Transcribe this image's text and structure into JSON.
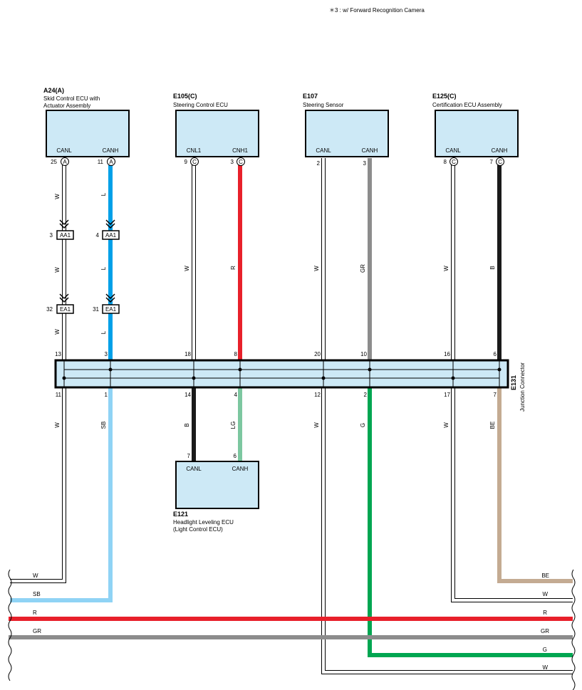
{
  "note": "＊3 : w/ Forward Recognition Camera",
  "components": {
    "a24": {
      "code": "A24(A)",
      "name1": "Skid Control ECU with",
      "name2": "Actuator Assembly",
      "pinL": "CANL",
      "pinH": "CANH",
      "numL": "25",
      "numH": "11",
      "conn": "A"
    },
    "e105": {
      "code": "E105(C)",
      "name1": "Steering Control ECU",
      "pinL": "CNL1",
      "pinH": "CNH1",
      "numL": "9",
      "numH": "3",
      "conn": "C"
    },
    "e107": {
      "code": "E107",
      "name1": "Steering Sensor",
      "pinL": "CANL",
      "pinH": "CANH",
      "numL": "2",
      "numH": "3"
    },
    "e125": {
      "code": "E125(C)",
      "name1": "Certification ECU Assembly",
      "pinL": "CANL",
      "pinH": "CANH",
      "numL": "8",
      "numH": "7",
      "conn": "C"
    },
    "e121": {
      "code": "E121",
      "name1": "Headlight Leveling ECU",
      "name2": "(Light Control ECU)",
      "pinL": "CANL",
      "pinH": "CANH",
      "numL": "7",
      "numH": "6"
    }
  },
  "junction": {
    "code": "E131",
    "name": "Junction Connector",
    "top_pins": [
      "13",
      "3",
      "18",
      "8",
      "20",
      "10",
      "16",
      "6"
    ],
    "bottom_pins": [
      "11",
      "1",
      "14",
      "4",
      "12",
      "2",
      "17",
      "7"
    ]
  },
  "inline_connectors": {
    "aa1": {
      "name": "AA1",
      "pinW": "3",
      "pinL": "4"
    },
    "ea1": {
      "name": "EA1",
      "pinW": "32",
      "pinL": "31"
    }
  },
  "wire_colors": {
    "W": "#ffffff",
    "L": "#00a0e8",
    "R": "#e8202a",
    "GR": "#8c8c8c",
    "B": "#1a1a1a",
    "LG": "#7cc7a0",
    "SB": "#8fd3f5",
    "G": "#00a651",
    "BE": "#c4ab92"
  },
  "wire_labels": {
    "w": "W",
    "l": "L",
    "r": "R",
    "gr": "GR",
    "b": "B",
    "lg": "LG",
    "sb": "SB",
    "g": "G",
    "be": "BE"
  },
  "bus_labels": {
    "left_w": "W",
    "left_sb": "SB",
    "left_r": "R",
    "left_gr": "GR",
    "right_be": "BE",
    "right_w1": "W",
    "right_r": "R",
    "right_gr": "GR",
    "right_g": "G",
    "right_w2": "W"
  }
}
